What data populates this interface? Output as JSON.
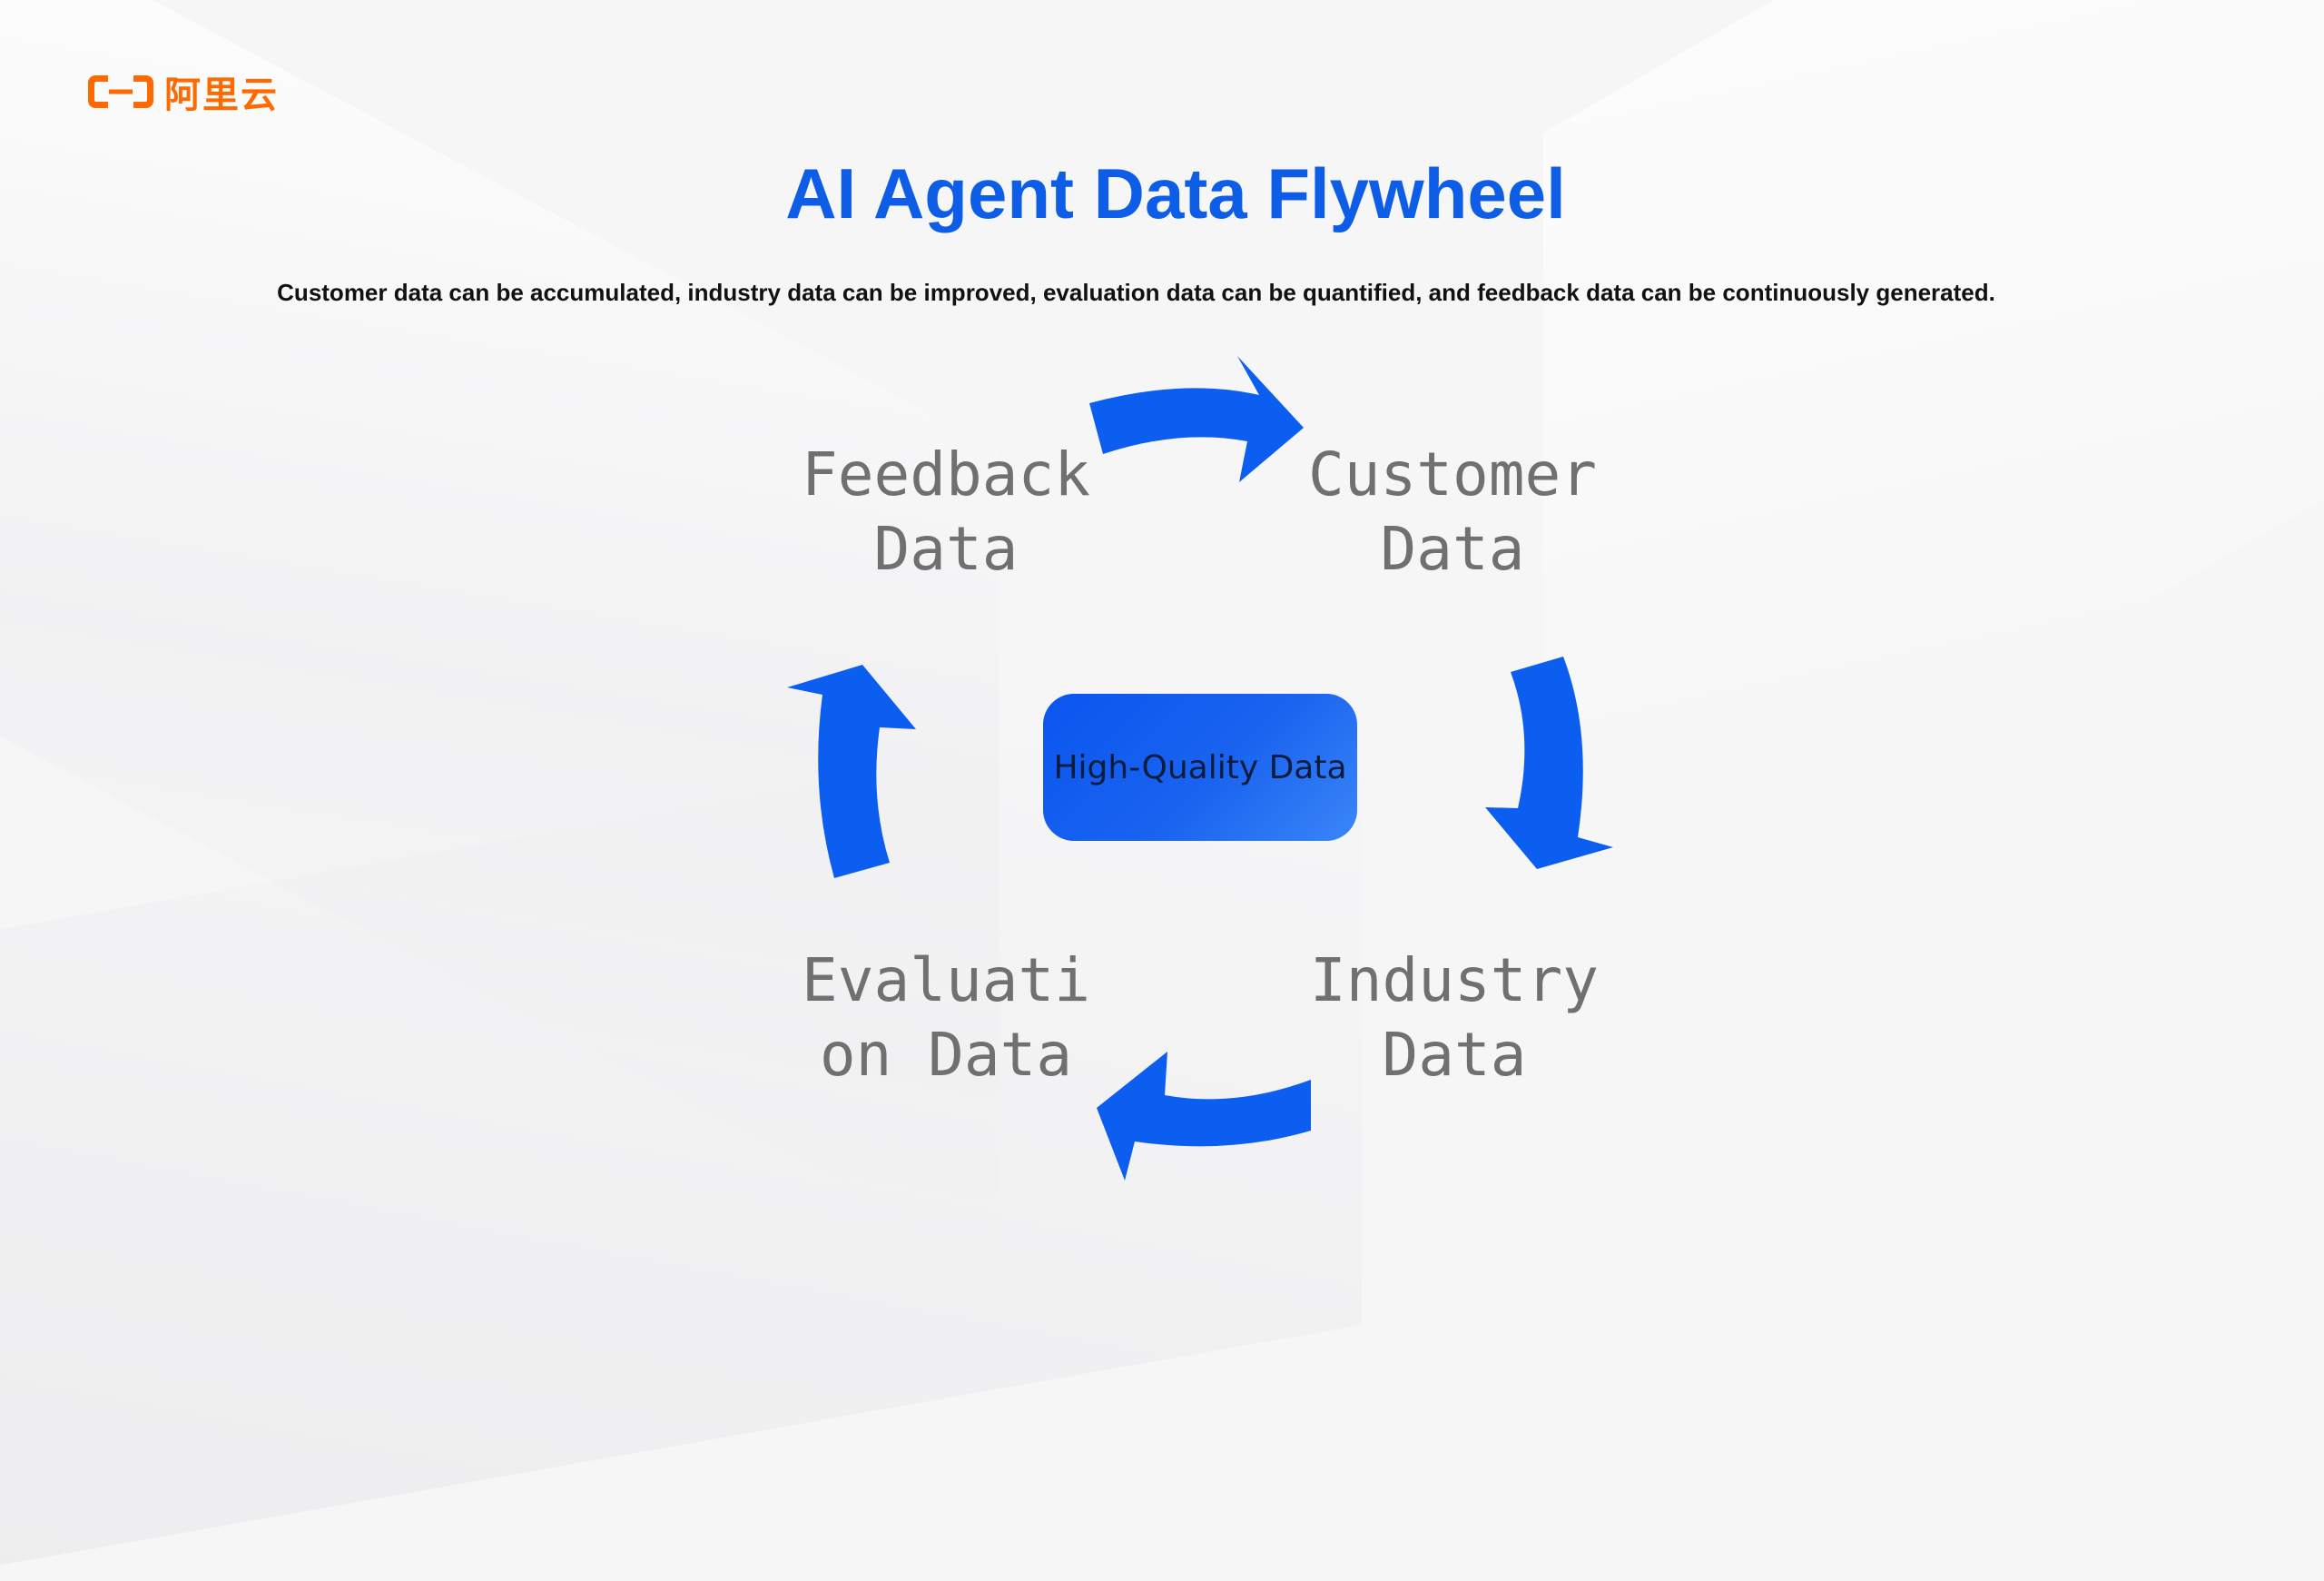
{
  "brand": {
    "name": "阿里云",
    "accent_color": "#ff6a00"
  },
  "title": "AI Agent Data Flywheel",
  "subtitle": "Customer data can be accumulated, industry data can be improved, evaluation data can be quantified, and feedback data can be continuously generated.",
  "center": {
    "label": "High-Quality Data",
    "color": "#1a63f0"
  },
  "nodes": {
    "feedback": {
      "line1": "Feedback",
      "line2": "Data"
    },
    "customer": {
      "line1": "Customer",
      "line2": "Data"
    },
    "industry": {
      "line1": "Industry",
      "line2": "Data"
    },
    "evaluation": {
      "line1": "Evaluati",
      "line2": "on Data"
    }
  },
  "arrow_color": "#0c5ef0",
  "title_color": "#0e5de6"
}
